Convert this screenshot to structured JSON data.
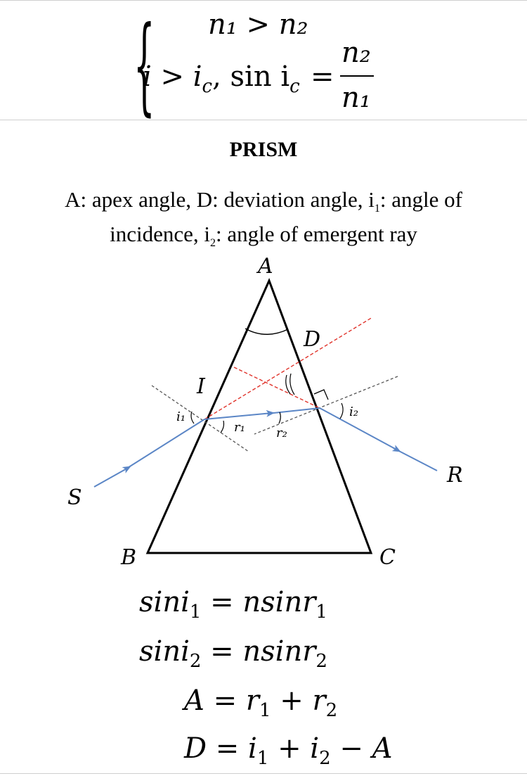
{
  "condition": {
    "line1": "n₁ > n₂",
    "line2_lhs": "i > i",
    "line2_sub_c": "c",
    "line2_mid": ", sin i",
    "line2_sub_c2": "c",
    "equals": "=",
    "numerator": "n₂",
    "denominator": "n₁"
  },
  "section_title": "PRISM",
  "caption": {
    "part1": "A: apex angle, D: deviation angle, i",
    "sub1": "1",
    "part2": ": angle of incidence, i",
    "sub2": "2",
    "part3": ": angle of emergent ray"
  },
  "diagram": {
    "labels": {
      "A": "A",
      "B": "B",
      "C": "C",
      "D": "D",
      "I": "I",
      "S": "S",
      "R": "R",
      "i1": "i₁",
      "i2": "i₂",
      "r1": "r₁",
      "r2": "r₂"
    },
    "colors": {
      "ray": "#5b86c6",
      "extension": "#e0322a",
      "normal": "#555555",
      "prism": "#000000"
    }
  },
  "equations": [
    {
      "lhs": "sini",
      "lhs_sub": "1",
      "rhs": " = nsinr",
      "rhs_sub": "1"
    },
    {
      "lhs": "sini",
      "lhs_sub": "2",
      "rhs": " = nsinr",
      "rhs_sub": "2"
    },
    {
      "text": "A = r",
      "sub1": "1",
      "mid": " + r",
      "sub2": "2"
    },
    {
      "text": "D = i",
      "sub1": "1",
      "mid": " + i",
      "sub2": "2",
      "tail": " − A"
    }
  ]
}
